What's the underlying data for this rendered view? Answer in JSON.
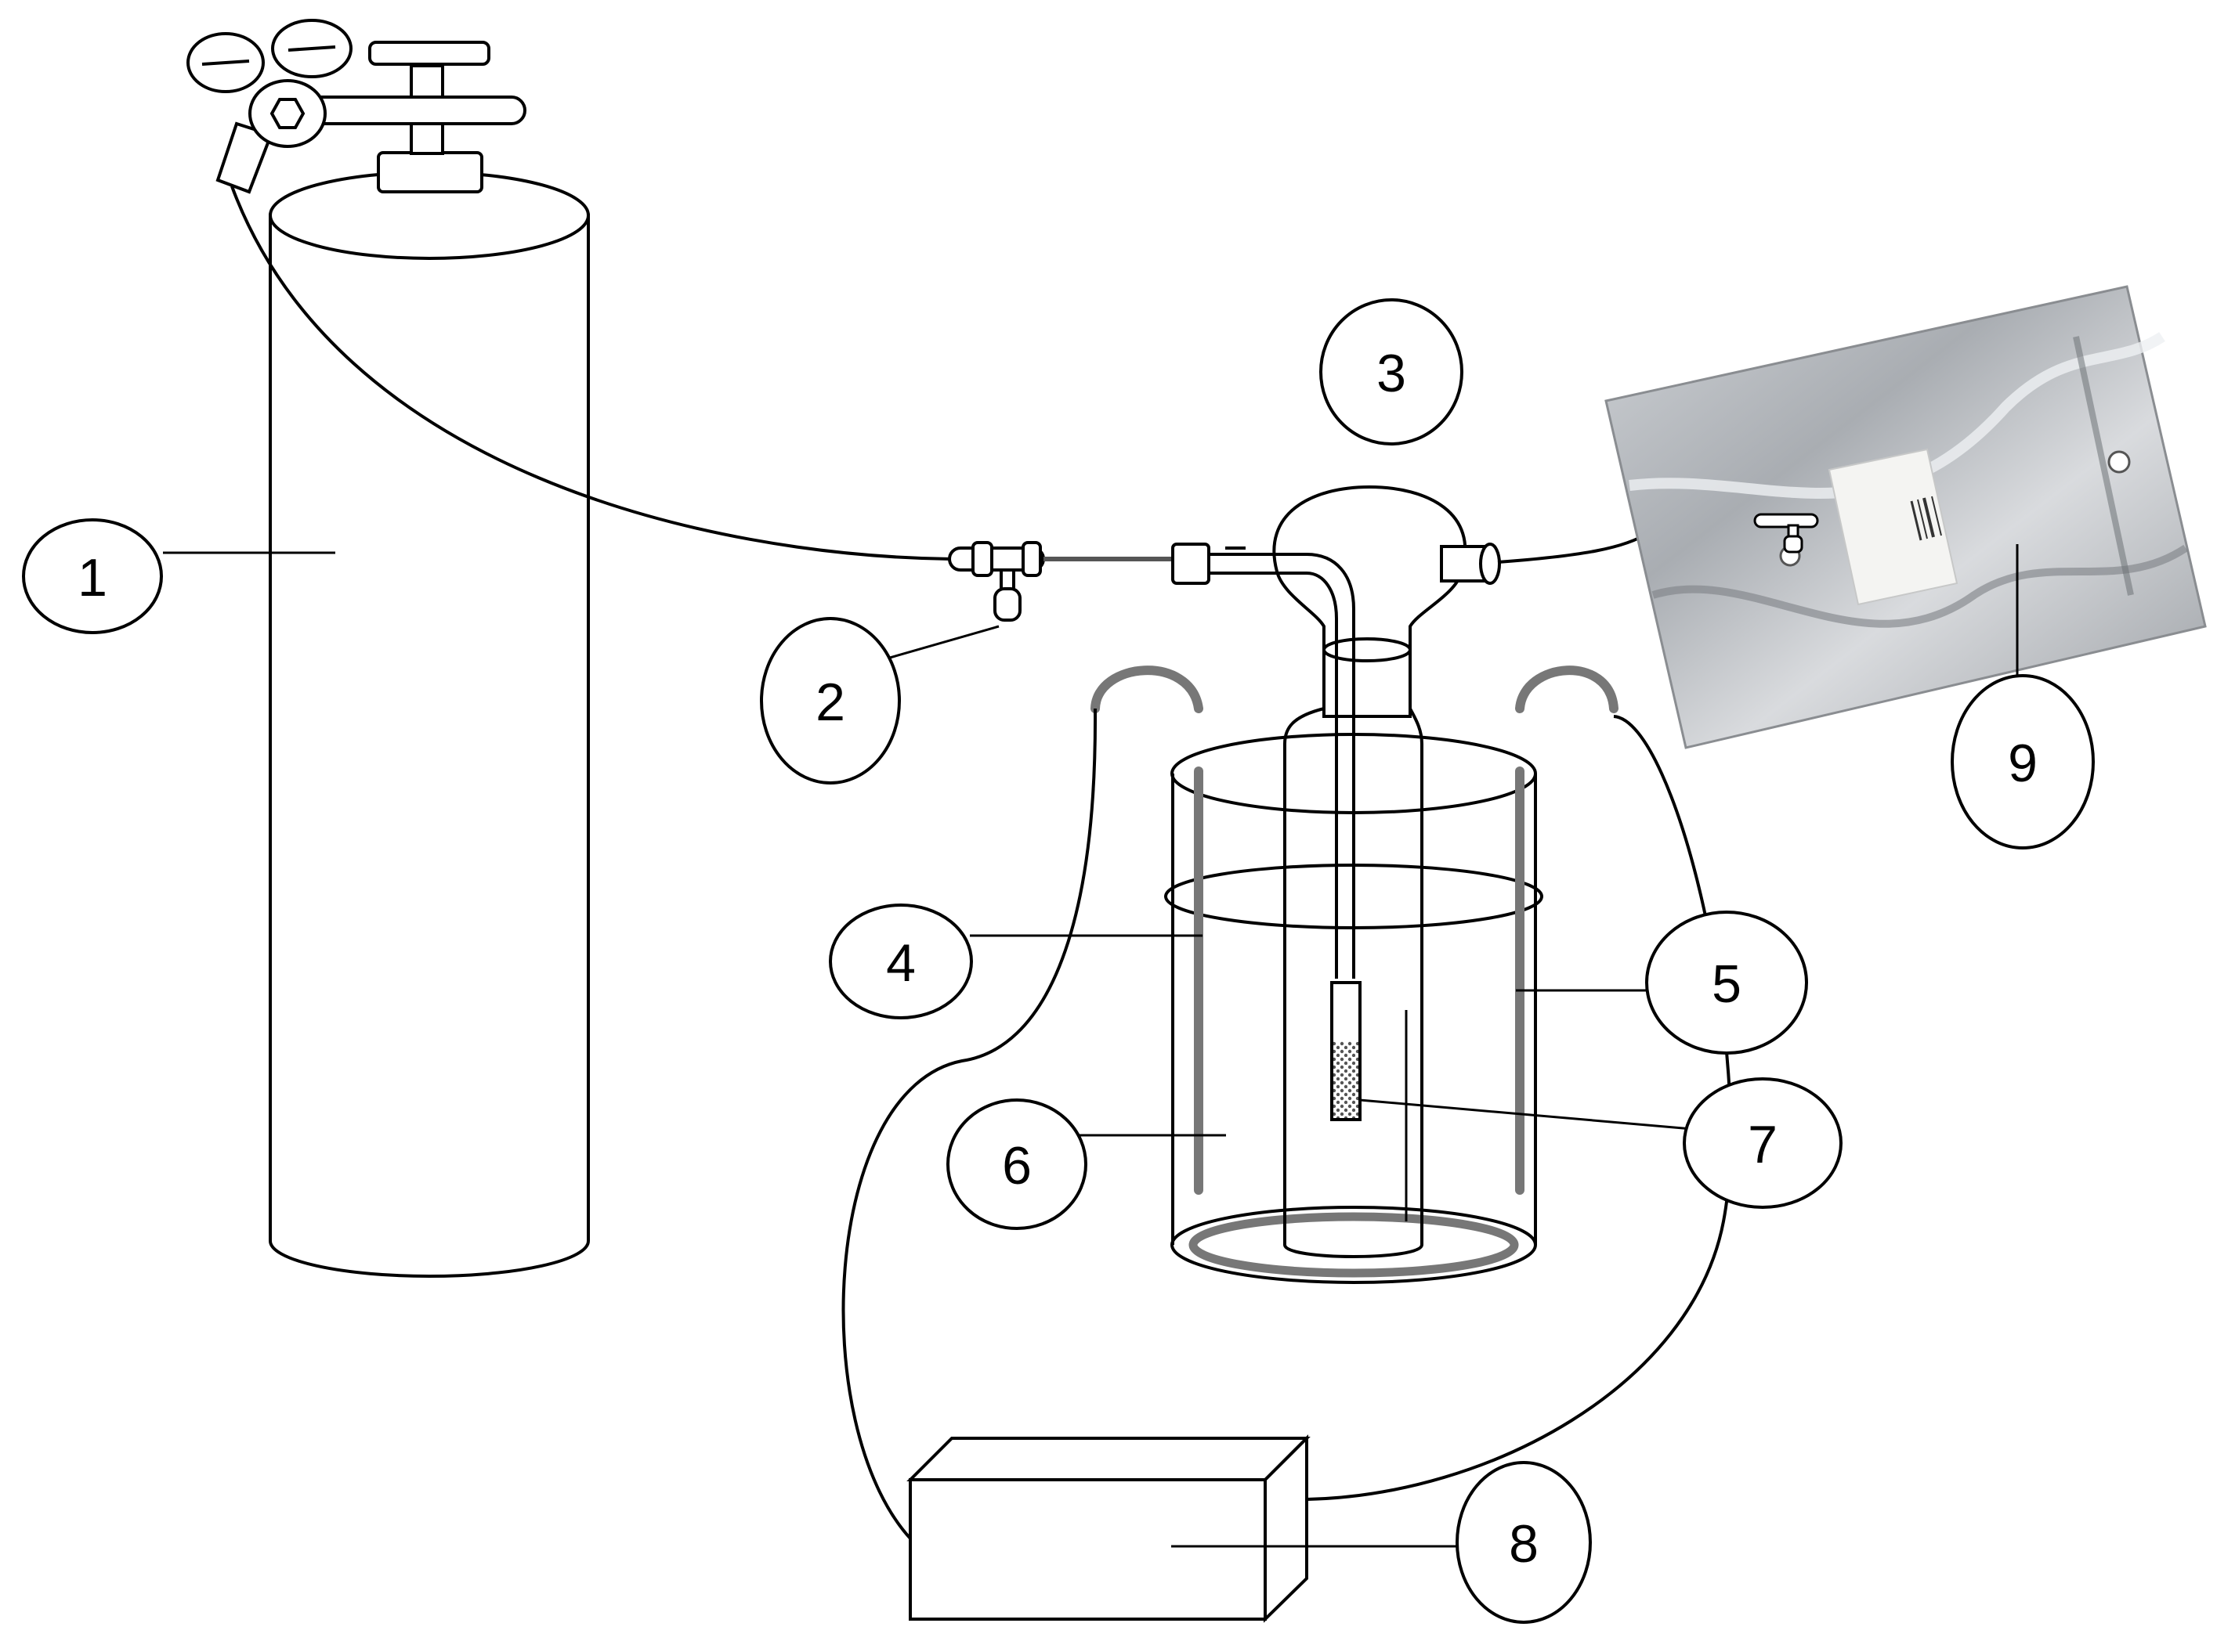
{
  "diagram": {
    "components": [
      {
        "id": "1",
        "label": "1"
      },
      {
        "id": "2",
        "label": "2"
      },
      {
        "id": "3",
        "label": "3"
      },
      {
        "id": "4",
        "label": "4"
      },
      {
        "id": "5",
        "label": "5"
      },
      {
        "id": "6",
        "label": "6"
      },
      {
        "id": "7",
        "label": "7"
      },
      {
        "id": "8",
        "label": "8"
      },
      {
        "id": "9",
        "label": "9"
      }
    ],
    "colors": {
      "ink": "#000000",
      "heating_element": "#777777",
      "gas_bag": "#b9bcc0",
      "background": "#ffffff"
    }
  }
}
